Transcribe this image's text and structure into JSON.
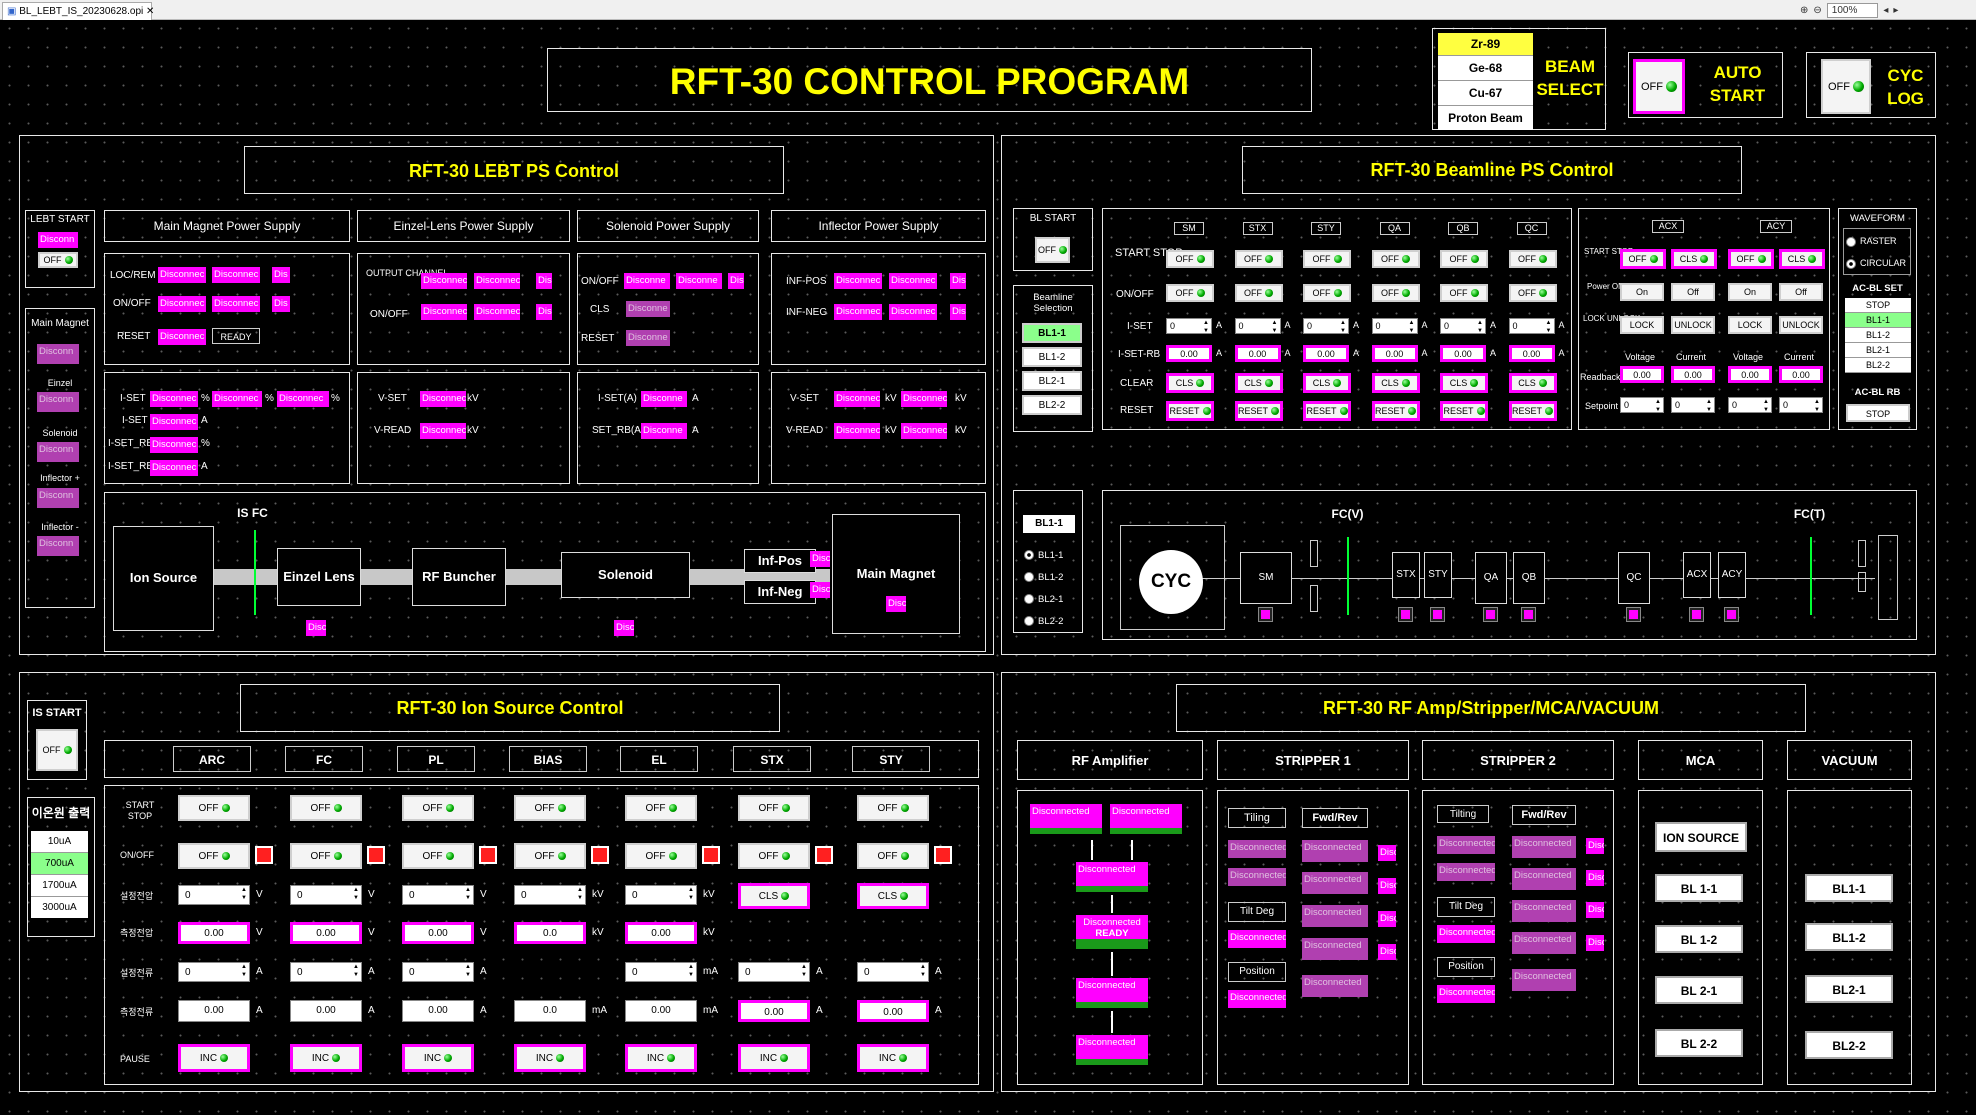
{
  "window": {
    "tab_title": "BL_LEBT_IS_20230628.opi",
    "zoom": "100%"
  },
  "main_title": "RFT-30 CONTROL PROGRAM",
  "beam_select": {
    "label_line1": "BEAM",
    "label_line2": "SELECT",
    "items": [
      "Zr-89",
      "Ge-68",
      "Cu-67",
      "Proton Beam"
    ]
  },
  "auto_start": {
    "toggle": "OFF",
    "label_line1": "AUTO",
    "label_line2": "START"
  },
  "cyc_log": {
    "toggle": "OFF",
    "label_line1": "CYC",
    "label_line2": "LOG"
  },
  "lebt": {
    "title": "RFT-30 LEBT PS Control",
    "start": {
      "label": "LEBT  START",
      "status": "Disconn",
      "toggle": "OFF"
    },
    "side": {
      "labels": [
        "Main Magnet",
        "Einzel",
        "Solenoid",
        "Inflector +",
        "Inflector -"
      ],
      "status": "Disconn"
    },
    "headers": [
      "Main Magnet Power Supply",
      "Einzel-Lens Power Supply",
      "Solenoid Power Supply",
      "Inflector Power Supply"
    ],
    "mm": {
      "rows": [
        "LOC/REM",
        "ON/OFF",
        "RESET"
      ],
      "disc": "Disconnec",
      "disc_short": "Dis",
      "ready": "READY",
      "low": [
        "I-SET",
        "I-SET",
        "I-SET_RB",
        "I-SET_RB"
      ],
      "units": [
        "%",
        "A",
        "%",
        "A"
      ],
      "unit2": "%"
    },
    "ez": {
      "rows": [
        "OUTPUT CHANNEL",
        "ON/OFF"
      ],
      "low": [
        "V-SET",
        "V-READ"
      ],
      "unit": "kV",
      "disc": "Disconnec",
      "disc_short": "Dis"
    },
    "so": {
      "rows": [
        "ON/OFF",
        "CLS",
        "RESET"
      ],
      "low": [
        "I-SET(A)",
        "SET_RB(A)"
      ],
      "unit": "A",
      "disc": "Disconne",
      "disc_short": "Dis"
    },
    "inf": {
      "rows": [
        "INF-POS",
        "INF-NEG"
      ],
      "low": [
        "V-SET",
        "V-READ"
      ],
      "unit": "kV",
      "disc": "Disconnec",
      "disc_short": "Dis"
    },
    "diagram": {
      "is_fc": "IS FC",
      "ion_source": "Ion Source",
      "einzel": "Einzel Lens",
      "rf_buncher": "RF Buncher",
      "solenoid": "Solenoid",
      "inf_pos": "Inf-Pos",
      "inf_neg": "Inf-Neg",
      "main_magnet": "Main Magnet",
      "disc": "Disc"
    }
  },
  "beamline": {
    "title": "RFT-30 Beamline PS Control",
    "bl_start": {
      "label": "BL START",
      "toggle": "OFF"
    },
    "selection": {
      "title": "Beamline Selection",
      "items": [
        "BL1-1",
        "BL1-2",
        "BL2-1",
        "BL2-2"
      ],
      "active": "BL1-1"
    },
    "columns": [
      "SM",
      "STX",
      "STY",
      "QA",
      "QB",
      "QC"
    ],
    "row_labels": [
      "START STOP",
      "ON/OFF",
      "I-SET",
      "I-SET-RB",
      "CLEAR",
      "RESET"
    ],
    "btn": {
      "off": "OFF",
      "cls": "CLS",
      "reset": "RESET",
      "iset": "0",
      "rb": "0.00",
      "unit": "A"
    },
    "ac": {
      "cols": [
        "ACX",
        "ACY"
      ],
      "rows": [
        "START STOP",
        "Power ON",
        "LOCK UNLOCK",
        "Readback",
        "Setpoint"
      ],
      "sub": [
        "Voltage",
        "Current"
      ],
      "off": "OFF",
      "cls": "CLS",
      "on": "On",
      "offw": "Off",
      "lock": "LOCK",
      "unlock": "UNLOCK",
      "rb": "0.00",
      "sp": "0"
    },
    "waveform": {
      "title": "WAVEFORM",
      "options": [
        "RASTER",
        "CIRCULAR"
      ],
      "acbl_set": "AC-BL SET",
      "set_items": [
        "STOP",
        "BL1-1",
        "BL1-2",
        "BL2-1",
        "BL2-2"
      ],
      "acbl_rb": "AC-BL RB",
      "rb_value": "STOP"
    },
    "diagram": {
      "current": "BL1-1",
      "radios": [
        "BL1-1",
        "BL1-2",
        "BL2-1",
        "BL2-2"
      ],
      "fcv": "FC(V)",
      "fct": "FC(T)",
      "cyc": "CYC",
      "mags": [
        "SM",
        "STX",
        "STY",
        "QA",
        "QB",
        "QC",
        "ACX",
        "ACY"
      ]
    }
  },
  "ion_source": {
    "title": "RFT-30 Ion Source Control",
    "start": {
      "label": "IS START",
      "toggle": "OFF"
    },
    "output": {
      "title": "이온원 출력",
      "items": [
        "10uA",
        "700uA",
        "1700uA",
        "3000uA"
      ],
      "active": "700uA"
    },
    "columns": [
      "ARC",
      "FC",
      "PL",
      "BIAS",
      "EL",
      "STX",
      "STY"
    ],
    "row_labels": [
      "START STOP",
      "ON/OFF",
      "설정전압",
      "측정전압",
      "설정전류",
      "측정전류",
      "PAUSE"
    ],
    "values": {
      "off": "OFF",
      "set": "0",
      "read": "0.00",
      "read_d": "0.0",
      "cls": "CLS",
      "inc": "INC"
    },
    "units": {
      "v": "V",
      "kv": "kV",
      "a": "A",
      "ma": "mA"
    }
  },
  "rf": {
    "title": "RFT-30 RF Amp/Stripper/MCA/VACUUM",
    "sections": [
      "RF Amplifier",
      "STRIPPER 1",
      "STRIPPER 2",
      "MCA",
      "VACUUM"
    ],
    "amp": {
      "disc": "Disconnected",
      "ready": "READY"
    },
    "stripper": {
      "tiling": "Tiling",
      "tilting": "Tilting",
      "fwdrev": "Fwd/Rev",
      "tiltdeg": "Tilt Deg",
      "position": "Position",
      "disc": "Disconnected",
      "disc_short": "Disc"
    },
    "mca": [
      "ION SOURCE",
      "BL 1-1",
      "BL 1-2",
      "BL 2-1",
      "BL 2-2"
    ],
    "vacuum": [
      "BL1-1",
      "BL1-2",
      "BL2-1",
      "BL2-2"
    ]
  }
}
